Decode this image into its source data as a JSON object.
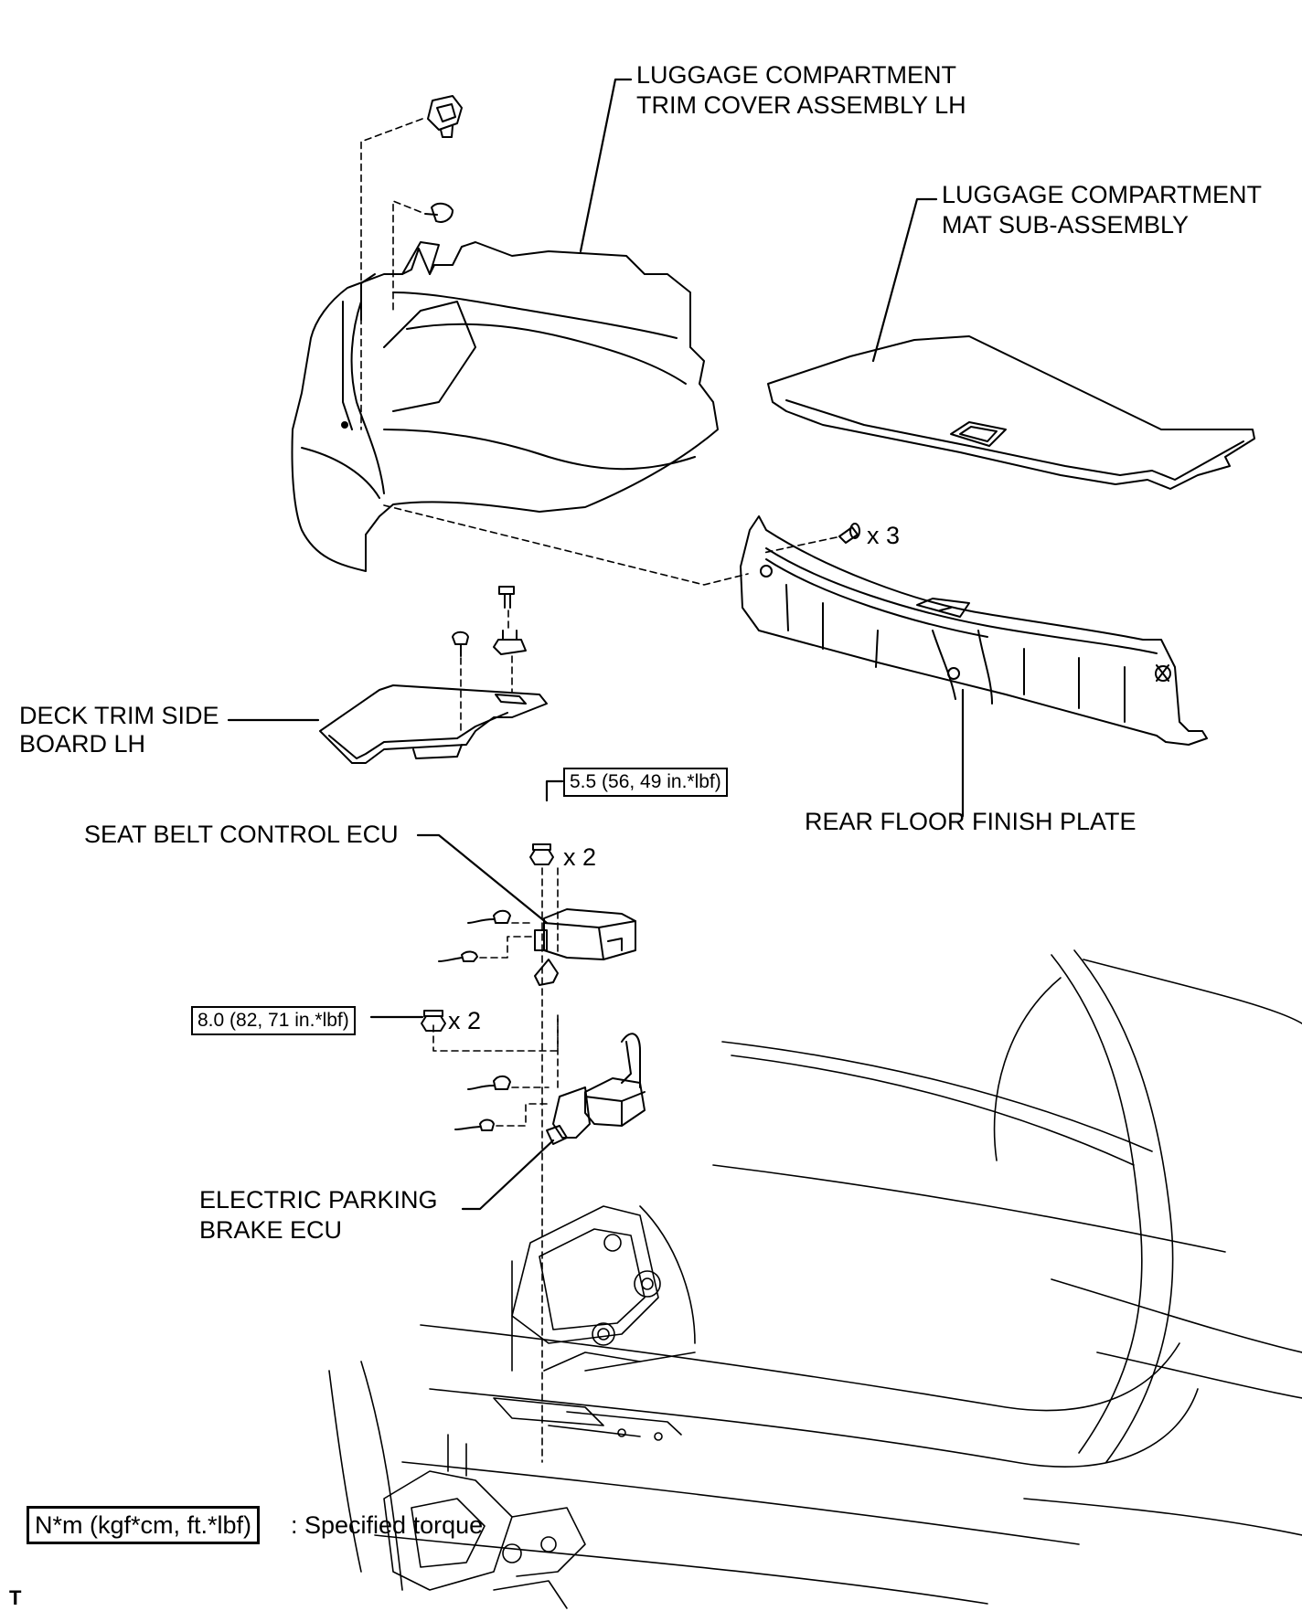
{
  "labels": {
    "trim_cover_line1": "LUGGAGE COMPARTMENT",
    "trim_cover_line2": "TRIM COVER ASSEMBLY LH",
    "mat_line1": "LUGGAGE COMPARTMENT",
    "mat_line2": "MAT SUB-ASSEMBLY",
    "deck_board_line1": "DECK TRIM SIDE",
    "deck_board_line2": "BOARD LH",
    "rear_floor_plate": "REAR FLOOR FINISH PLATE",
    "seat_belt_ecu": "SEAT BELT CONTROL ECU",
    "parking_brake_line1": "ELECTRIC PARKING",
    "parking_brake_line2": "BRAKE ECU"
  },
  "torque": {
    "seat_belt_nut": "5.5 (56, 49 in.*lbf)",
    "parking_brake_nut": "8.0 (82, 71 in.*lbf)"
  },
  "quantities": {
    "clip_x3": "x 3",
    "nut_upper_x2": "x 2",
    "nut_lower_x2": "x 2"
  },
  "legend": {
    "unit_box": "N*m (kgf*cm, ft.*lbf)",
    "text": ": Specified torque"
  },
  "footer_code": "T"
}
